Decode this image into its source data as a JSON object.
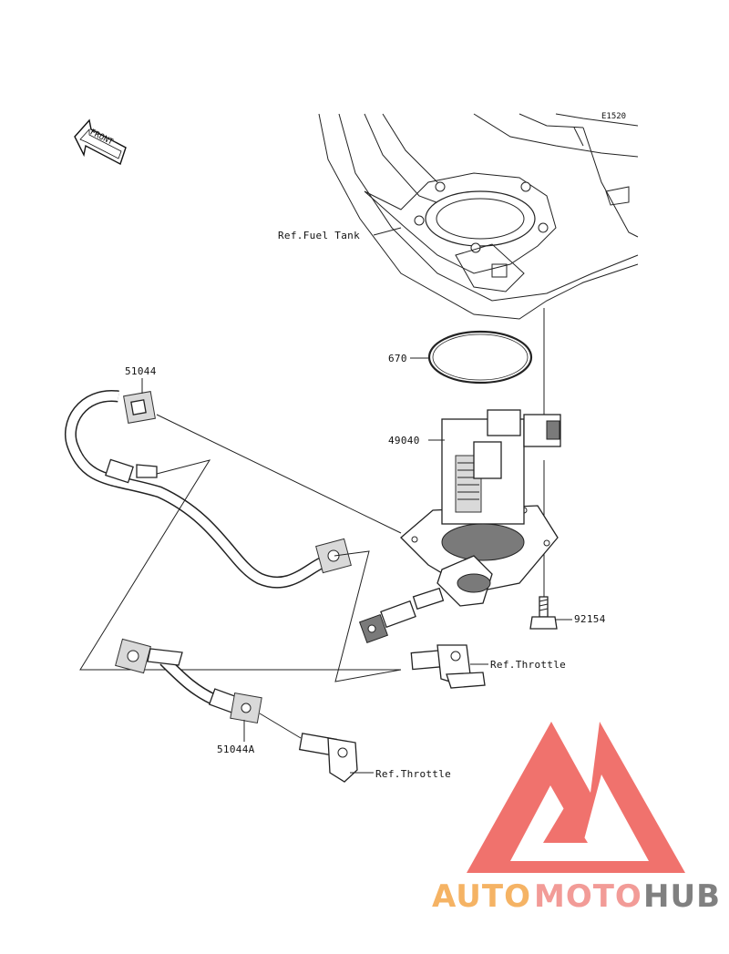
{
  "diagram": {
    "code": "E1520",
    "front_label": "FRONT",
    "callouts": {
      "fuel_tank": "Ref.Fuel Tank",
      "gasket": "670",
      "hose_upper": "51044",
      "pump": "49040",
      "bolt": "92154",
      "throttle_upper": "Ref.Throttle",
      "hose_lower": "51044A",
      "throttle_lower": "Ref.Throttle"
    }
  },
  "watermark": {
    "part1": "AUTO",
    "part2": "MOTO",
    "part3": "HUB",
    "colors": {
      "orange": "#f4a64a",
      "pink": "#f08a86",
      "gray": "#6b6b6b",
      "triangle": "#ee5a54"
    }
  }
}
